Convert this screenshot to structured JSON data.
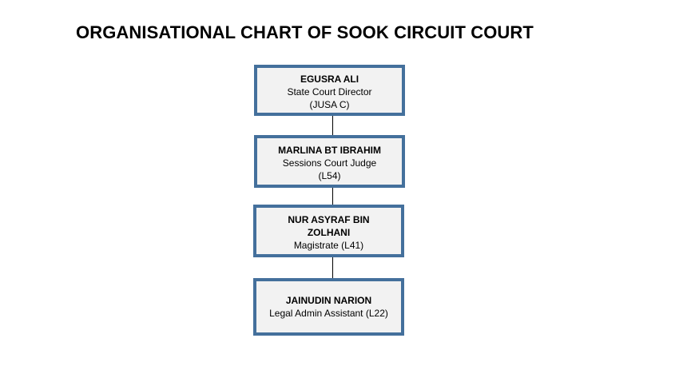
{
  "title": "ORGANISATIONAL CHART OF SOOK CIRCUIT COURT",
  "colors": {
    "box_border": "#44709c",
    "box_fill": "#f2f2f2",
    "connector": "#000000"
  },
  "nodes": [
    {
      "name": "EGUSRA ALI",
      "lines": [
        "State Court Director",
        "(JUSA C)"
      ]
    },
    {
      "name": "MARLINA BT IBRAHIM",
      "lines": [
        "Sessions Court Judge",
        "(L54)"
      ]
    },
    {
      "name_lines": [
        "NUR ASYRAF BIN",
        "ZOLHANI"
      ],
      "lines": [
        "Magistrate (L41)"
      ]
    },
    {
      "name": "JAINUDIN NARION",
      "lines": [
        "Legal Admin Assistant (L22)"
      ]
    }
  ]
}
